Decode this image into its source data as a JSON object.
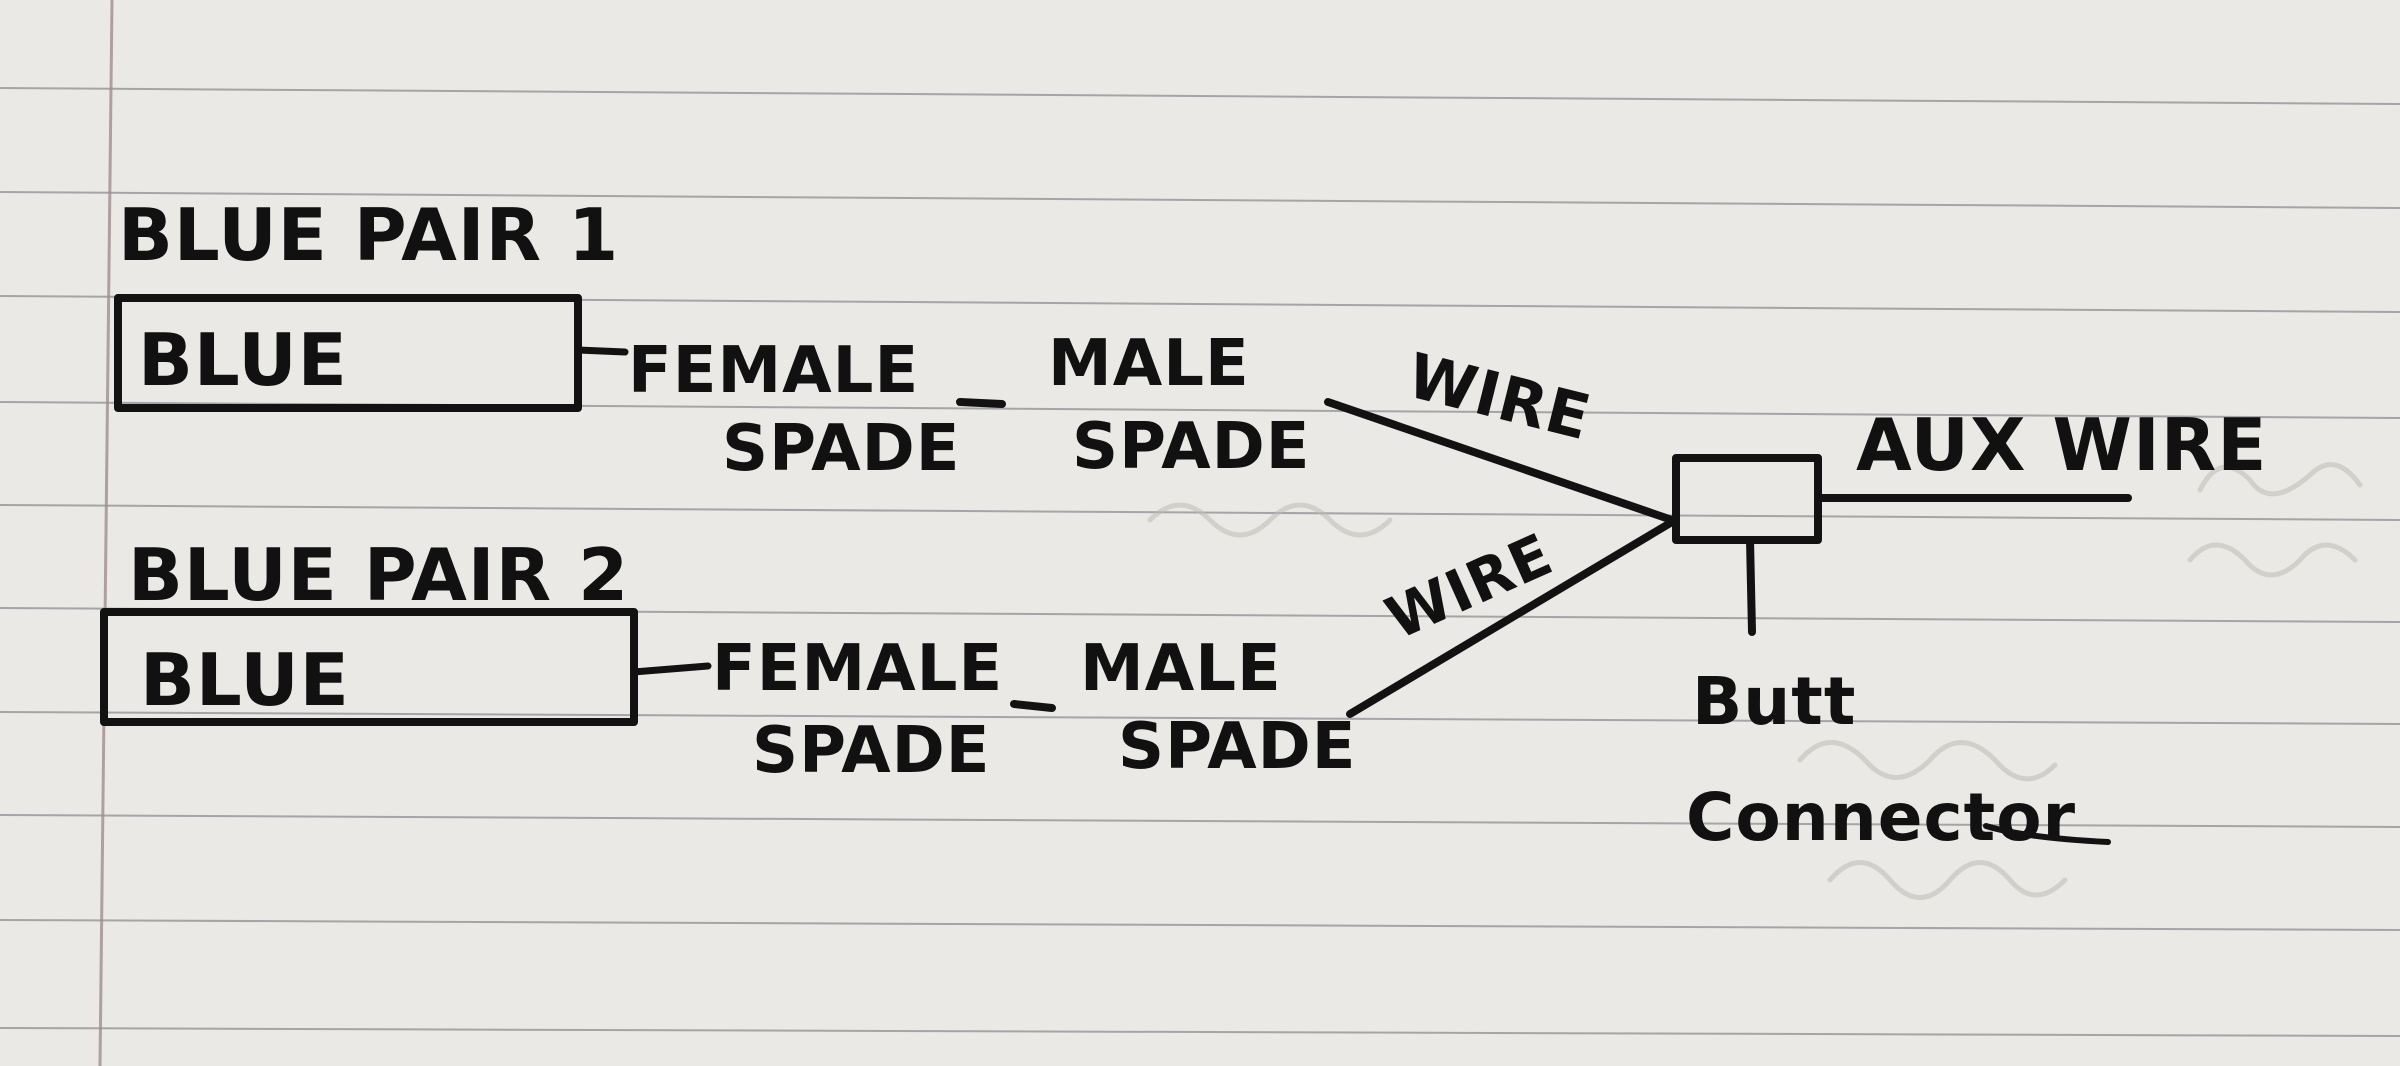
{
  "colors": {
    "paper": "#ebe9e5",
    "rule_line": "#8d8d96",
    "margin_line": "#9e8f8f",
    "ink": "#121212"
  },
  "labels": {
    "pair1_title": "BLUE PAIR 1",
    "pair1_wire": "BLUE",
    "pair1_female_line1": "FEMALE",
    "pair1_female_line2": "SPADE",
    "pair1_male_line1": "MALE",
    "pair1_male_line2": "SPADE",
    "pair2_title": "BLUE PAIR 2",
    "pair2_wire": "BLUE",
    "pair2_female_line1": "FEMALE",
    "pair2_female_line2": "SPADE",
    "pair2_male_line1": "MALE",
    "pair2_male_line2": "SPADE",
    "wire_upper": "WIRE",
    "wire_lower": "WIRE",
    "aux_wire": "AUX WIRE",
    "butt_line1": "Butt",
    "butt_line2": "Connector"
  }
}
